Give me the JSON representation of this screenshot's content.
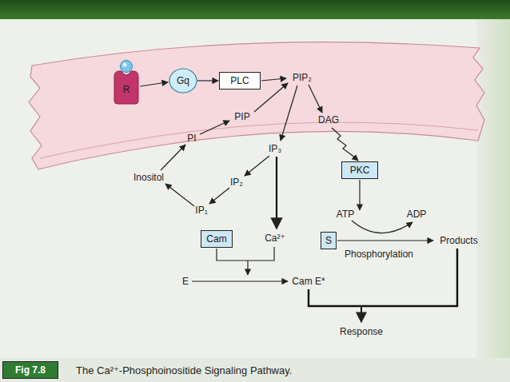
{
  "diagram": {
    "caption": "The Ca²⁺-Phosphoinositide Signaling Pathway.",
    "nodes": [
      {
        "text": [
          "R"
        ]
      },
      {
        "text": [
          "Gq"
        ]
      },
      {
        "text": [
          "PLC"
        ]
      },
      {
        "text": [
          "PKC"
        ]
      },
      {
        "text": [
          "Cam"
        ]
      },
      {
        "text": [
          "S"
        ]
      },
      {
        "text": [
          "Fig 7.8"
        ]
      }
    ],
    "edges": [
      {
        "from": 0,
        "to": 1,
        "arrow": "to"
      },
      {
        "from": 1,
        "to": 2,
        "arrow": "to"
      }
    ],
    "labels": [
      "PIP₂",
      "PIP",
      "PI",
      "DAG",
      "IP₃",
      "Inositol",
      "IP₂",
      "IP₁",
      "Ca²⁺",
      "E",
      "Cam E*",
      "ATP",
      "ADP",
      "Products",
      "Phosphorylation",
      "Response"
    ]
  }
}
